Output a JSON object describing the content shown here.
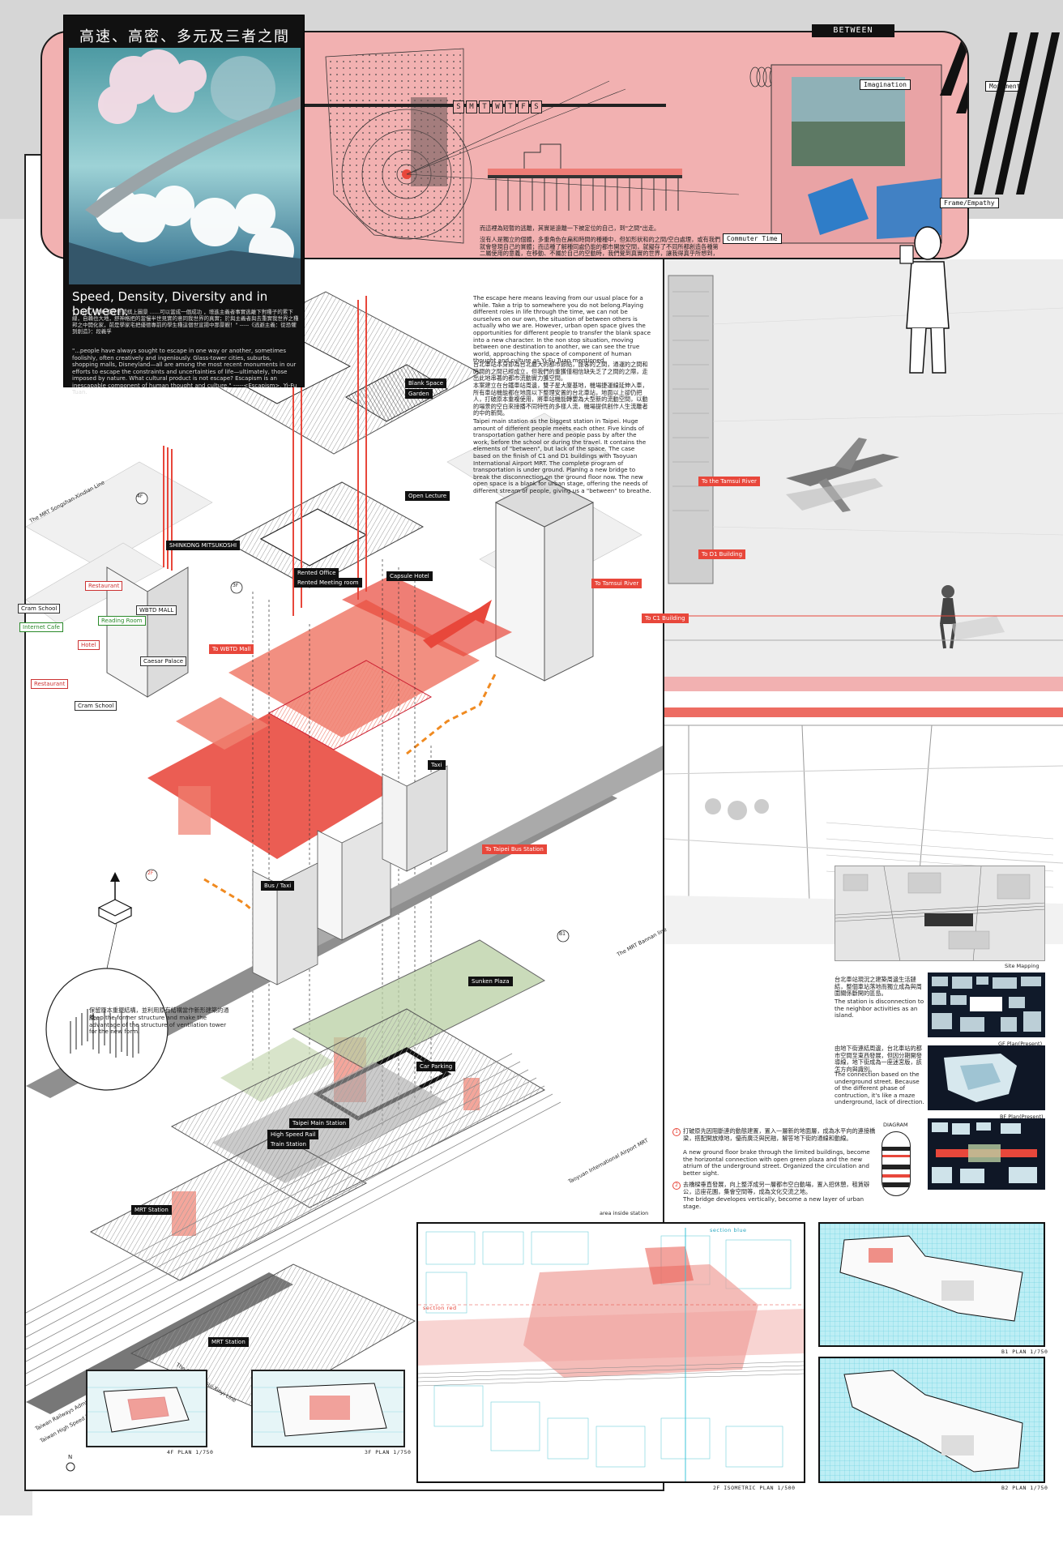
{
  "title": {
    "chinese": "高速、高密、多元及三者之間",
    "english": "Speed, Density, Diversity and in between.",
    "quote_cn": "\"...自此人們希望在更望棋上圖景 ......可以當成一個成功 ，增進主義者事實逃離下對種子的累下線，自賴也大地，舒神格把的當慢半世見實的意同我世界的真實；於與主義者與去重實我世界之種邦之中開化家，前是學家宅把優德專前的學生種這個世宣揚中那景觀！\"",
    "quote_cn_src": "-----《逃避主義：從恐懼到創造》：段義孚",
    "quote_en": "\"...people have always sought to escape in one way or another, sometimes foolishly, often creatively and ingeniously. Glass-tower cities, suburbs, shopping malls, Disneyland—all are among the most recent monuments in our efforts to escape the constraints and uncertainties of life—ultimately, those imposed by nature. What cultural product is not escape? Escapism is an inescapable component of human thought and culture.\"",
    "quote_en_src": "-----<Escapism>, Yi-Fu Tuan."
  },
  "banner": {
    "between": "BETWEEN",
    "days": [
      "S",
      "M",
      "T",
      "W",
      "T",
      "F",
      "S"
    ],
    "labels": {
      "imagination": "Imagination",
      "movement": "Movement",
      "frame_empathy": "Frame/Empathy",
      "commuter_time": "Commuter Time"
    },
    "text_cn_1": "而這裡為短暫的逃離，其實是遠離一下被定位的自己，到\"之間\"出走。",
    "text_cn_2": "沒有人是獨立的個體，多重角色在扁和時間的種種中，但如形狀和的之間/空白處理，或有我們就會發現自己的實體；而這種了解種同處仍能的都市開放空間，就擬存了不同所都創造各種第二屬使用的意義，在移動、不屬於自己的空動時，我們覺到真實的世界，讓我得真乎所想到，可以讓那屬這的\"之間\""
  },
  "intro": {
    "p1": "The escape here means leaving from our usual place for a while. Take a trip to somewhere you do not belong.Playing different roles in life through the time, we can not be ourselves on our own, the situation of between others is actually who we are. However, urban open space gives the opportunities for different people to transfer the blank space into a new character. In the non stop situation, moving between one destination to another, we can see the true world, approaching the space of component of human thought and culture as Yi-Fu Tuan mentioned.",
    "p2_cn": "台北車站本身即為台北最大的都市節點，旅客的之間，通運的之間和時間的之間已經成立，但我們的重獲僅相信缺失乏了之間的之際，走出此地串著的都市流動實力獲空間。",
    "p3_cn": "本案建立在台鐵車站周邊，雙子星大廈基地，機場捷運線延伸入車，所有車站機能都在地面以下整理安置的台北車站，地面以上卻仍把人，打破原本重複使用，將車站機能轉要為大型新的流動空間，以動的場景的空白來接播不同特性的多樣人流，機場提供創作人生流離者的中的新間。",
    "p4": "Taipei main station as the biggest station in Taipei. Huge amount of different people meets each other. Five kinds of transportation gather here and people pass by after the work, before the school or during the travel. It contains the elements of \"between\", but lack of the space. The case based on the finish of C1 and D1 buildings with Taoyuan International Airport MRT. The complete program of transportation is under ground. Planing a new bridge to break the disconnection on the ground floor now. The new open space is a blank for urban stage, offering the needs of different stream of people, giving us a \"between\" to breathe."
  },
  "axon_labels": {
    "blank_space": "Blank Space",
    "garden": "Garden",
    "open_lecture": "Open Lecture",
    "shinkong": "SHINKONG MITSUKOSHI",
    "rented_office": "Rented Office",
    "rented_meeting": "Rented Meeting room",
    "capsule_hotel": "Capsule Hotel",
    "restaurant1": "Restaurant",
    "wbtd_mall": "WBTD MALL",
    "cram_school1": "Cram School",
    "internet_cafe": "Internet Cafe",
    "reading_room": "Reading Room",
    "hotel": "Hotel",
    "caesar_palace": "Caesar Palace",
    "restaurant2": "Restaurant",
    "cram_school2": "Cram School",
    "to_wbtd_mall": "To  WBTD Mall",
    "to_tamsui_river": "To  Tamsui River",
    "to_c1_building": "To  C1 Building",
    "taxi": "Taxi",
    "to_bus_station": "To  Taipei Bus Station",
    "bus_taxi": "Bus / Taxi",
    "sunken_plaza": "Sunken Plaza",
    "car_parking": "Car Parking",
    "taipei_main_station": "Taipei Main Station",
    "high_speed_rail": "High Speed Rail",
    "train_station": "Train Station",
    "mrt_station1": "MRT Station",
    "mrt_station2": "MRT Station",
    "area_inside_station": "area inside station",
    "mrt_songshan": "The MRT Songshan-Xindian Line",
    "mrt_bannan": "The MRT Bannan line",
    "taoyuan_airport_mrt": "Taoyuan International Airport MRT",
    "mrt_tamsui": "The MRT Tamsui-Xinyi Line",
    "taiwan_railways": "Taiwan Railways Administration",
    "taiwan_hsr": "Taiwan High Speed Rail",
    "floor_4f": "4F",
    "floor_3f": "3F",
    "floor_2f": "2F",
    "floor_b1": "B1",
    "north": "N",
    "ventilation_cn": "保留原本重擺結構，並利用原有結構當作新形建築的通風。",
    "ventilation_en": "Keep the former structure and make the advantage of the structure of ventilation tower for the new form."
  },
  "right_labels": {
    "to_tamsui_river": "To  the Tamsui River",
    "to_d1_building": "To  D1 Building",
    "site_mapping": "Site Mapping",
    "gf_plan": "GF Plan(Present)",
    "bf_plan": "BF Plan(Present)",
    "diagram": "DIAGRAM",
    "disconnect_cn": "台北車站現況之建築周邊生活鏈結，整個車站落地而獨立成為與周圍關係斷開的區島。",
    "disconnect_en": "The station is disconnection to the neighbor activities as an island.",
    "connect_cn": "由地下街連結周邊，台北車站的都市空間至東西發展，但因分期開發導線，地下街成為一座迷宮版，該怎方向與識別。",
    "connect_en": "The connection based on the underground street. Because of the different phase of contruction, it's like a maze underground, lack of direction.",
    "item1_cn": "打破原先因阻斷連的動態建置，置入一層新的地面層，成為水平向的連接橋梁，搭配開放綠地，優而廣泛與民融，解答地下街的通線和動線。",
    "item1_en": "A new ground floor brake through the limited buildings, become the horizontal connection with open green plaza and the new atrium of the underground street. Organized the circulation and better sight.",
    "item2_cn": "去橋樑垂直發展，向上整浮成另一層都市空白動場，置入招休憩，租賃辦公，這座花園，集會空間等，成為文化交流之地。",
    "item2_en": "The bridge developes vertically, become a new layer of urban stage.",
    "num1": "1",
    "num2": "2"
  },
  "plans": {
    "plan_4f": "4F PLAN 1/750",
    "plan_3f": "3F PLAN 1/750",
    "plan_2f_iso": "2F ISOMETRIC PLAN 1/500",
    "plan_b1": "B1 PLAN 1/750",
    "plan_b2": "B2 PLAN 1/750",
    "section_blue": "section blue",
    "section_red": "section red"
  },
  "colors": {
    "pink": "#f2b1b1",
    "red": "#e8473b",
    "black": "#111111",
    "cyan": "#3ec5d9",
    "green_grass": "#b9cfa4"
  }
}
